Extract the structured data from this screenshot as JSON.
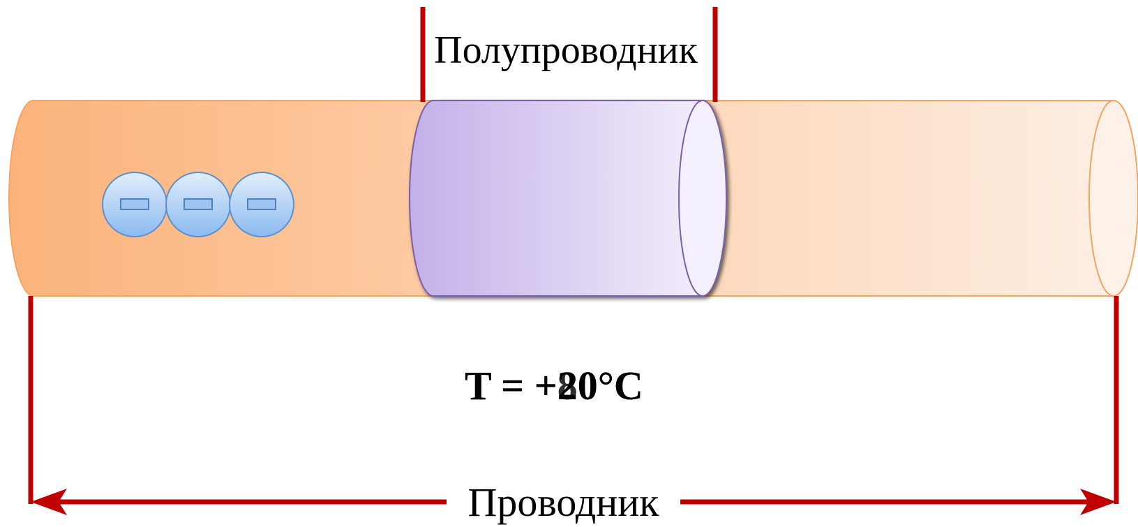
{
  "labels": {
    "semiconductor": "Полупроводник",
    "conductor": "Проводник"
  },
  "temperature": {
    "primary": "T = +20°C",
    "overlay": "T = +80°C"
  },
  "electrons": [
    {
      "sign": "−"
    },
    {
      "sign": "−"
    },
    {
      "sign": "−"
    }
  ],
  "colors": {
    "wire_start": "#fbb37a",
    "wire_end": "#fdeee2",
    "wire_stroke": "#f4a460",
    "semiconductor_start": "#c3b0e8",
    "semiconductor_end": "#f2edfb",
    "semiconductor_stroke": "#7a5fa8",
    "marker": "#c00000",
    "electron_start": "#e2eefc",
    "electron_end": "#8bbaf0",
    "electron_stroke": "#5b8fd2"
  }
}
